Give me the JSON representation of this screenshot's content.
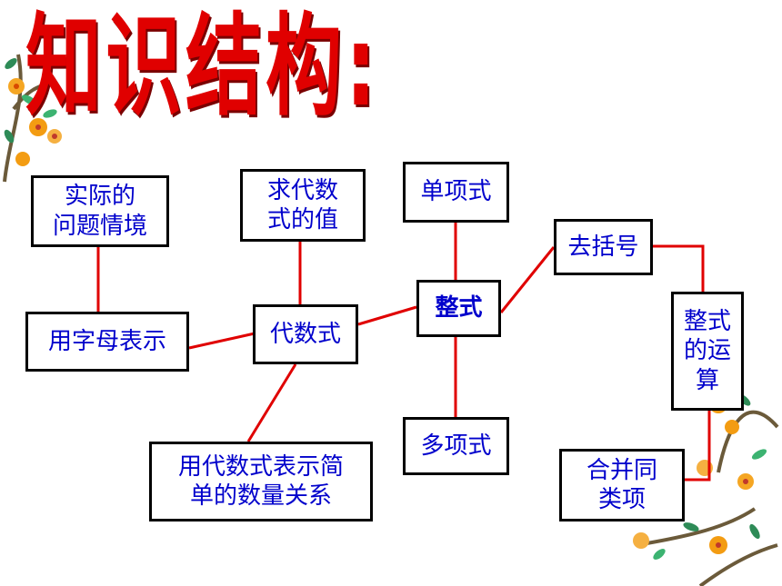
{
  "title": "知识结构:",
  "colors": {
    "title": "#e00000",
    "line": "#e00000",
    "box_border": "#000000",
    "box_text": "#0000cc"
  },
  "nodes": {
    "problem": "实际的\n问题情境",
    "letters": "用字母表示",
    "algebraic": "代数式",
    "value": "求代数\n式的值",
    "quantity": "用代数式表示简\n单的数量关系",
    "integral": "整式",
    "monomial": "单项式",
    "polynomial": "多项式",
    "brackets": "去括号",
    "operations": "整式\n的运\n算",
    "like_terms": "合并同\n类项"
  },
  "decorations": [
    "flower-branch-top-left",
    "flower-branch-bottom-right"
  ]
}
